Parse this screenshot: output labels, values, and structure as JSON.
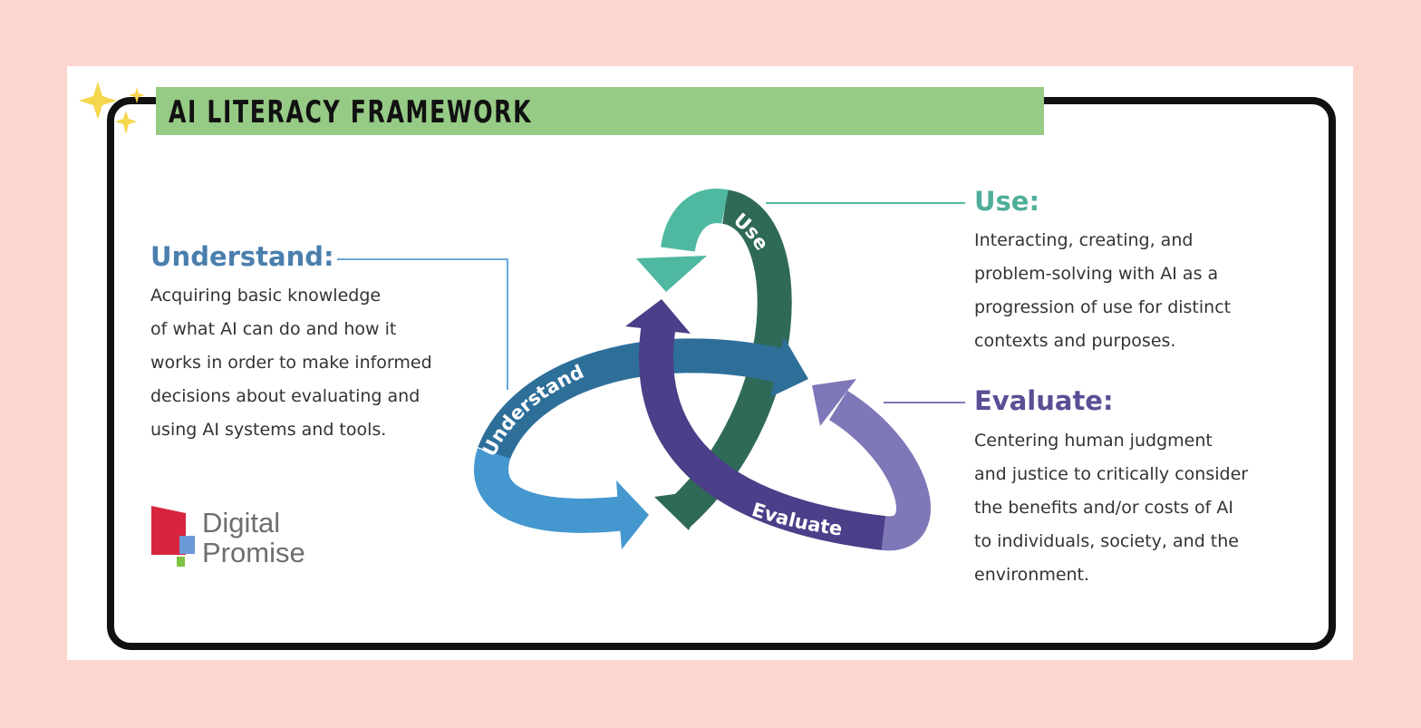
{
  "title": "AI LITERACY FRAMEWORK",
  "sections": {
    "understand": {
      "heading": "Understand:",
      "lines": [
        "Acquiring basic knowledge",
        "of what AI can do and how it",
        "works in order to make informed",
        "decisions about evaluating and",
        "using AI systems and tools."
      ]
    },
    "use": {
      "heading": "Use:",
      "lines": [
        "Interacting, creating, and",
        "problem-solving with AI as a",
        "progression of use for distinct",
        "contexts and purposes."
      ]
    },
    "evaluate": {
      "heading": "Evaluate:",
      "lines": [
        "Centering human judgment",
        "and justice to critically consider",
        "the benefits and/or costs of AI",
        "to individuals, society, and the",
        "environment."
      ]
    }
  },
  "diagram": {
    "understand_label": "Understand",
    "use_label": "Use",
    "evaluate_label": "Evaluate"
  },
  "logo": {
    "line1": "Digital",
    "line2": "Promise"
  },
  "colors": {
    "background": "#fdd5cf",
    "title_bar": "#96cb86",
    "understand": "#4a7fae",
    "use": "#4fae9a",
    "evaluate": "#5a4e94"
  }
}
